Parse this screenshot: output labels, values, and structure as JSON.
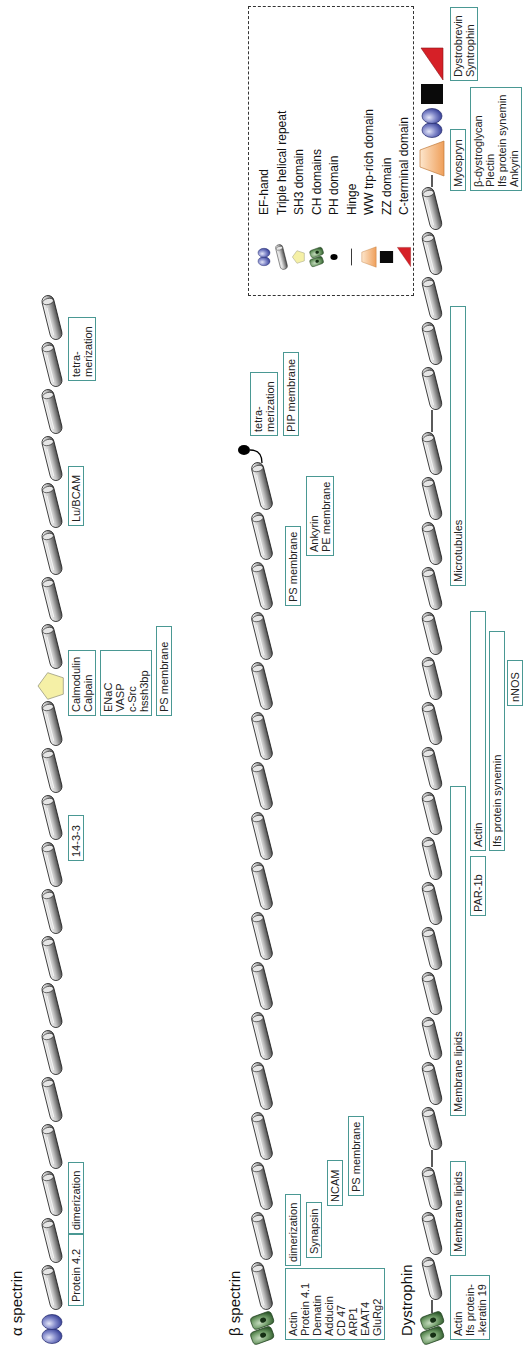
{
  "diagram": {
    "nodes": [
      {
        "text": [
          "Protein 4.2"
        ]
      },
      {
        "text": [
          "dimerization"
        ]
      },
      {
        "text": [
          "14-3-3"
        ]
      },
      {
        "text": [
          "Calmodulin",
          "Calpain"
        ]
      },
      {
        "text": [
          "ENaC",
          "VASP",
          "c-Src",
          "hssh3bp"
        ]
      },
      {
        "text": [
          "PS membrane"
        ]
      },
      {
        "text": [
          "Lu/BCAM"
        ]
      },
      {
        "text": [
          "tetra- merization"
        ]
      },
      {
        "text": [
          "Actin",
          "Protein 4.1",
          "Dematin",
          "Adducin",
          "CD 47",
          "ARP1",
          "EAAT4",
          "GluRg2"
        ]
      },
      {
        "text": [
          "dimerization"
        ]
      },
      {
        "text": [
          "Synapsin"
        ]
      },
      {
        "text": [
          "NCAM"
        ]
      },
      {
        "text": [
          "PS membrane"
        ]
      },
      {
        "text": [
          "PS membrane"
        ]
      },
      {
        "text": [
          "Ankyrin",
          "PE membrane"
        ]
      },
      {
        "text": [
          "tetra- merization"
        ]
      },
      {
        "text": [
          "PIP membrane"
        ]
      },
      {
        "text": [
          "Actin",
          "Ifs protein- -keratin 19"
        ]
      },
      {
        "text": [
          "Membrane lipids"
        ]
      },
      {
        "text": [
          "Membrane lipids"
        ]
      },
      {
        "text": [
          "PAR-1b"
        ]
      },
      {
        "text": [
          "Actin"
        ]
      },
      {
        "text": [
          "Ifs protein synemin"
        ]
      },
      {
        "text": [
          "nNOS"
        ]
      },
      {
        "text": [
          "Microtubules"
        ]
      },
      {
        "text": [
          "Myospryn"
        ]
      },
      {
        "text": [
          "β-dystroglycan",
          "Plectin",
          "Ifs protein synemin",
          "Ankyrin"
        ]
      },
      {
        "text": [
          "Dystrobrevin",
          "Syntrophin"
        ]
      }
    ],
    "labels": [
      "α spectrin",
      "β spectrin",
      "Dystrophin"
    ],
    "legend": [
      {
        "text": "EF-hand"
      },
      {
        "text": "Triple helical repeat"
      },
      {
        "text": "SH3 domain"
      },
      {
        "text": "CH domains"
      },
      {
        "text": "PH domain"
      },
      {
        "text": "Hinge"
      },
      {
        "text": "WW trp-rich domain"
      },
      {
        "text": "ZZ domain"
      },
      {
        "text": "C-terminal domain"
      }
    ]
  }
}
